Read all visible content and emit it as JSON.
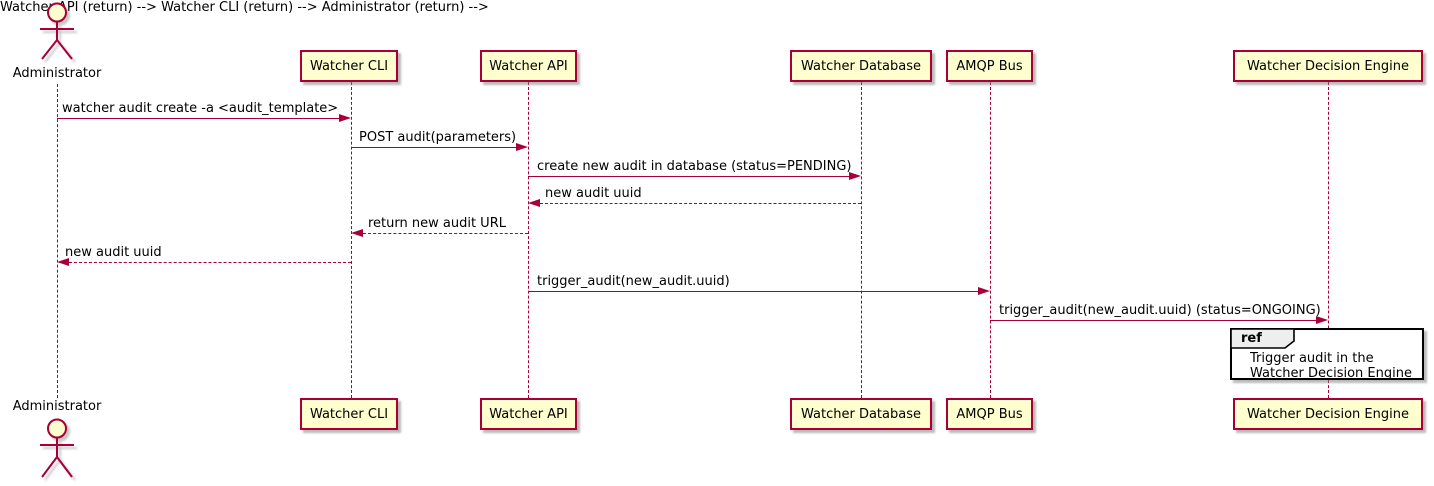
{
  "diagram": {
    "type": "uml-sequence",
    "colors": {
      "participant_fill": "#FEFECE",
      "participant_border": "#A80036",
      "lifeline": "#A80036",
      "arrow": "#A80036",
      "text": "#000000",
      "ref_fill": "#FFFFFF",
      "ref_border": "#000000",
      "ref_header_fill": "#EEEEEE",
      "background": "#FFFFFF"
    },
    "actor": {
      "name": "Administrator"
    },
    "participants": [
      {
        "label": "Watcher CLI"
      },
      {
        "label": "Watcher API"
      },
      {
        "label": "Watcher Database"
      },
      {
        "label": "AMQP Bus"
      },
      {
        "label": "Watcher Decision Engine"
      }
    ],
    "messages": [
      {
        "label": "watcher audit create -a <audit_template>",
        "from": "Administrator",
        "to": "Watcher CLI",
        "style": "solid"
      },
      {
        "label": "POST audit(parameters)",
        "from": "Watcher CLI",
        "to": "Watcher API",
        "style": "solid"
      },
      {
        "label": "create new audit in database (status=PENDING)",
        "from": "Watcher API",
        "to": "Watcher Database",
        "style": "solid"
      },
      {
        "label": "new audit uuid",
        "from": "Watcher Database",
        "to": "Watcher API",
        "style": "dashed"
      },
      {
        "label": "return new audit URL",
        "from": "Watcher API",
        "to": "Watcher CLI",
        "style": "dashed"
      },
      {
        "label": "new audit uuid",
        "from": "Watcher CLI",
        "to": "Administrator",
        "style": "dashed"
      },
      {
        "label": "trigger_audit(new_audit.uuid)",
        "from": "Watcher API",
        "to": "AMQP Bus",
        "style": "solid"
      },
      {
        "label": "trigger_audit(new_audit.uuid) (status=ONGOING)",
        "from": "AMQP Bus",
        "to": "Watcher Decision Engine",
        "style": "solid"
      }
    ],
    "ref": {
      "keyword": "ref",
      "lines": [
        "Trigger audit in the",
        "Watcher Decision Engine"
      ]
    }
  }
}
